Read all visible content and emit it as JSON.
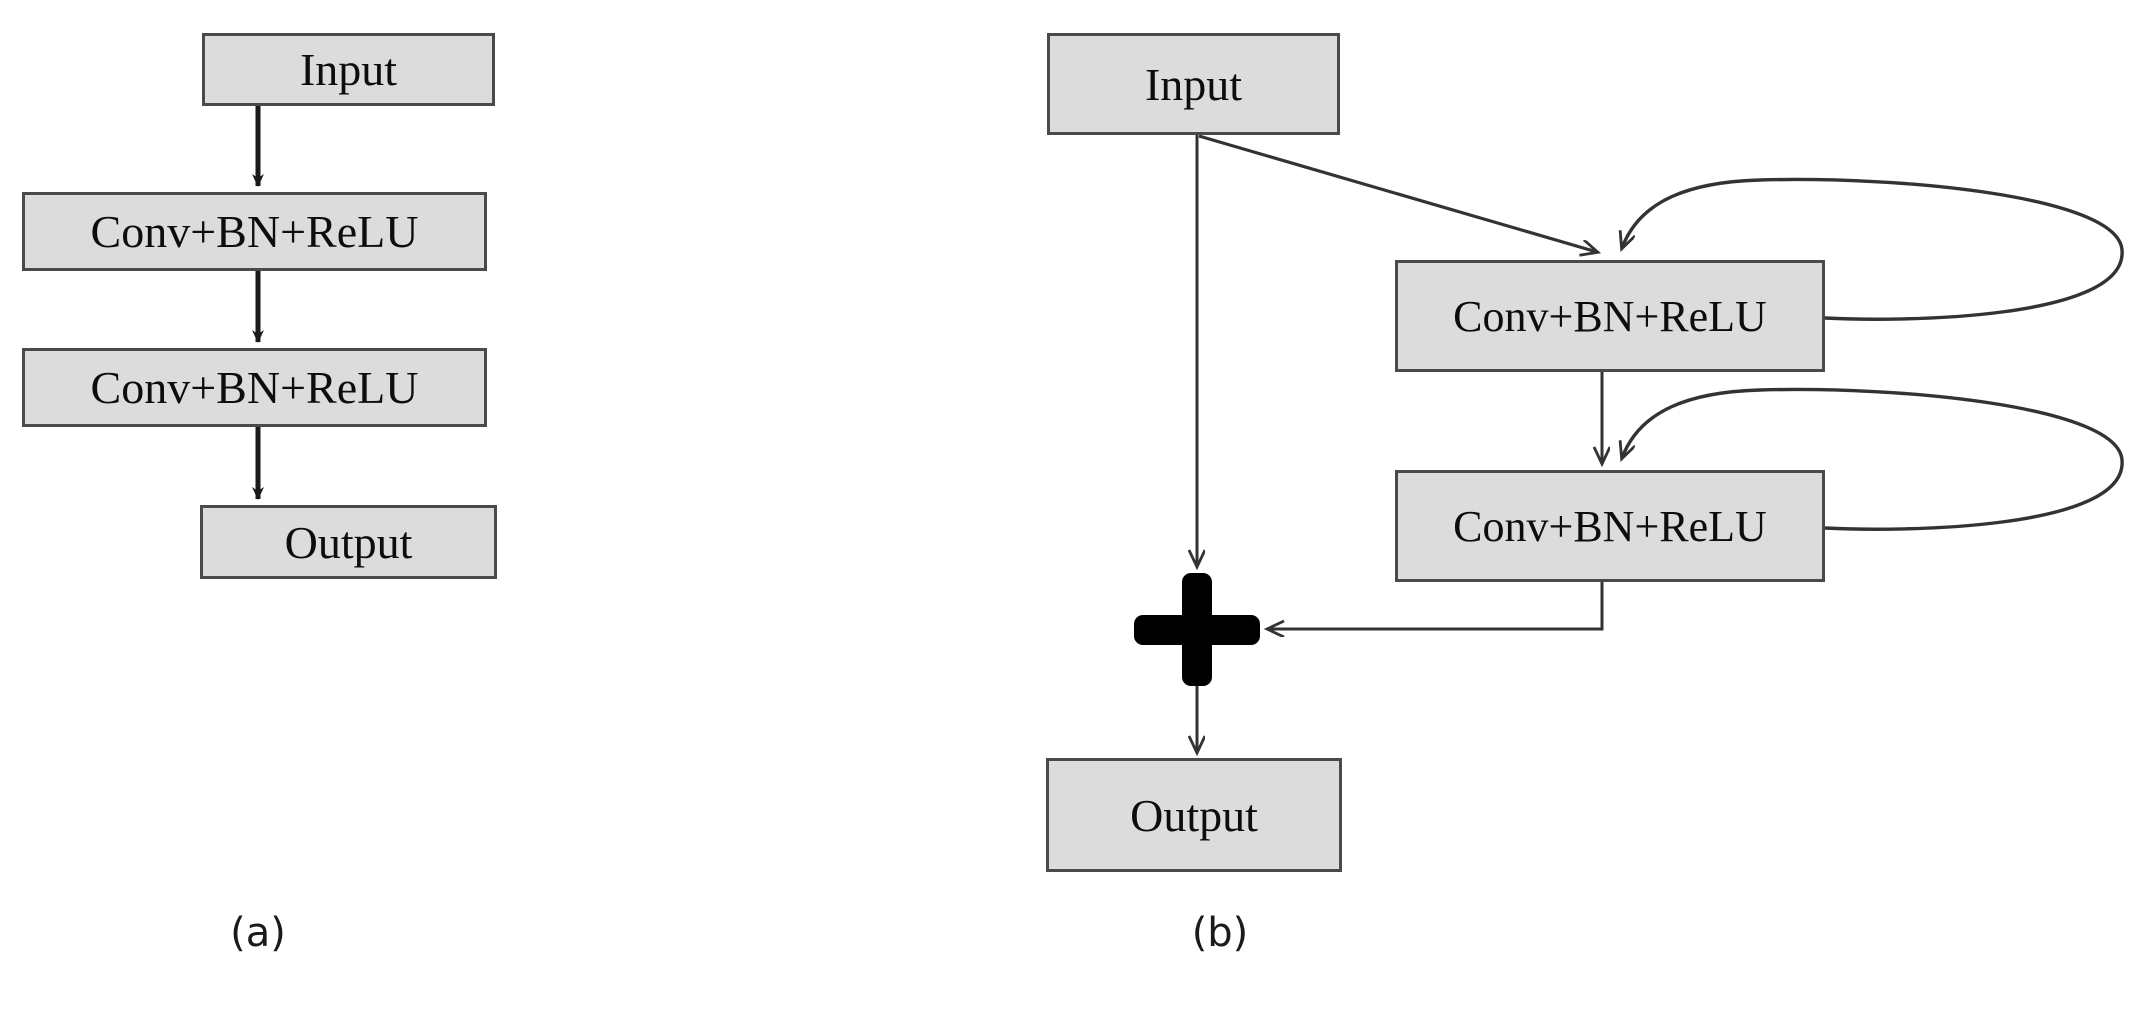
{
  "figure": {
    "type": "diagram",
    "background_color": "#ffffff",
    "node_fill_color": "#dcdcdc",
    "node_border_color": "#4a4a4a",
    "edge_color": "#333333",
    "plus_color": "#000000"
  },
  "panels": [
    {
      "id": "a",
      "caption": "(a)",
      "nodes": [
        {
          "id": "a-input",
          "label": "Input"
        },
        {
          "id": "a-conv1",
          "label": "Conv+BN+ReLU"
        },
        {
          "id": "a-conv2",
          "label": "Conv+BN+ReLU"
        },
        {
          "id": "a-output",
          "label": "Output"
        }
      ],
      "edges": [
        {
          "from": "a-input",
          "to": "a-conv1",
          "kind": "straight-arrow"
        },
        {
          "from": "a-conv1",
          "to": "a-conv2",
          "kind": "straight-arrow"
        },
        {
          "from": "a-conv2",
          "to": "a-output",
          "kind": "straight-arrow"
        }
      ]
    },
    {
      "id": "b",
      "caption": "(b)",
      "nodes": [
        {
          "id": "b-input",
          "label": "Input"
        },
        {
          "id": "b-conv1",
          "label": "Conv+BN+ReLU"
        },
        {
          "id": "b-conv2",
          "label": "Conv+BN+ReLU"
        },
        {
          "id": "b-add",
          "label": "+"
        },
        {
          "id": "b-output",
          "label": "Output"
        }
      ],
      "edges": [
        {
          "from": "b-input",
          "to": "b-conv1",
          "kind": "diagonal-arrow"
        },
        {
          "from": "b-input",
          "to": "b-add",
          "kind": "straight-arrow"
        },
        {
          "from": "b-conv1",
          "to": "b-conv2",
          "kind": "straight-arrow"
        },
        {
          "from": "b-conv1",
          "to": "b-conv1",
          "kind": "self-loop"
        },
        {
          "from": "b-conv2",
          "to": "b-conv2",
          "kind": "self-loop"
        },
        {
          "from": "b-conv2",
          "to": "b-add",
          "kind": "elbow-arrow"
        },
        {
          "from": "b-add",
          "to": "b-output",
          "kind": "straight-arrow"
        }
      ]
    }
  ]
}
